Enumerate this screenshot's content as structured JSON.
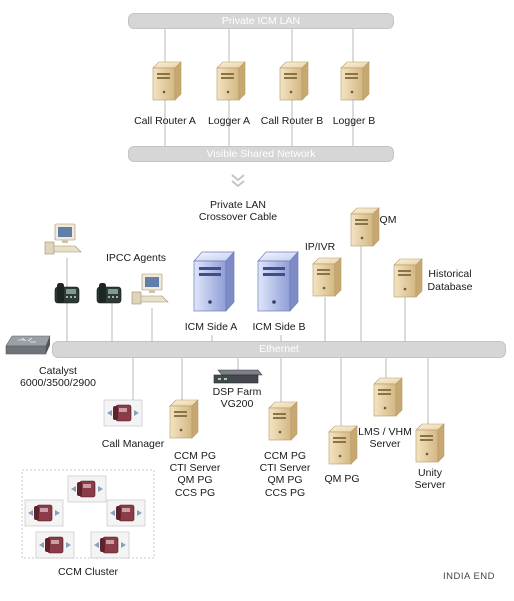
{
  "networks": {
    "private_icm_lan": "Private ICM LAN",
    "visible_shared_network": "Visible Shared Network",
    "ethernet": "Ethernet"
  },
  "top_servers": [
    "Call Router A",
    "Logger A",
    "Call Router B",
    "Logger B"
  ],
  "crossover_label": [
    "Private LAN",
    "Crossover Cable"
  ],
  "ipcc_agents": "IPCC Agents",
  "icm_side_a": "ICM Side A",
  "icm_side_b": "ICM Side B",
  "ip_ivr": "IP/IVR",
  "qm": "QM",
  "historical_db": [
    "Historical",
    "Database"
  ],
  "catalyst": [
    "Catalyst",
    "6000/3500/2900"
  ],
  "dsp_farm": [
    "DSP Farm",
    "VG200"
  ],
  "call_manager": "Call Manager",
  "ccm_pg_1": [
    "CCM PG",
    "CTI Server",
    "QM PG",
    "CCS PG"
  ],
  "ccm_pg_2": [
    "CCM PG",
    "CTI Server",
    "QM PG",
    "CCS PG"
  ],
  "qm_pg": "QM PG",
  "lms_vhm": [
    "LMS / VHM",
    "Server"
  ],
  "unity": [
    "Unity",
    "Server"
  ],
  "ccm_cluster": "CCM Cluster",
  "footer": "INDIA END"
}
